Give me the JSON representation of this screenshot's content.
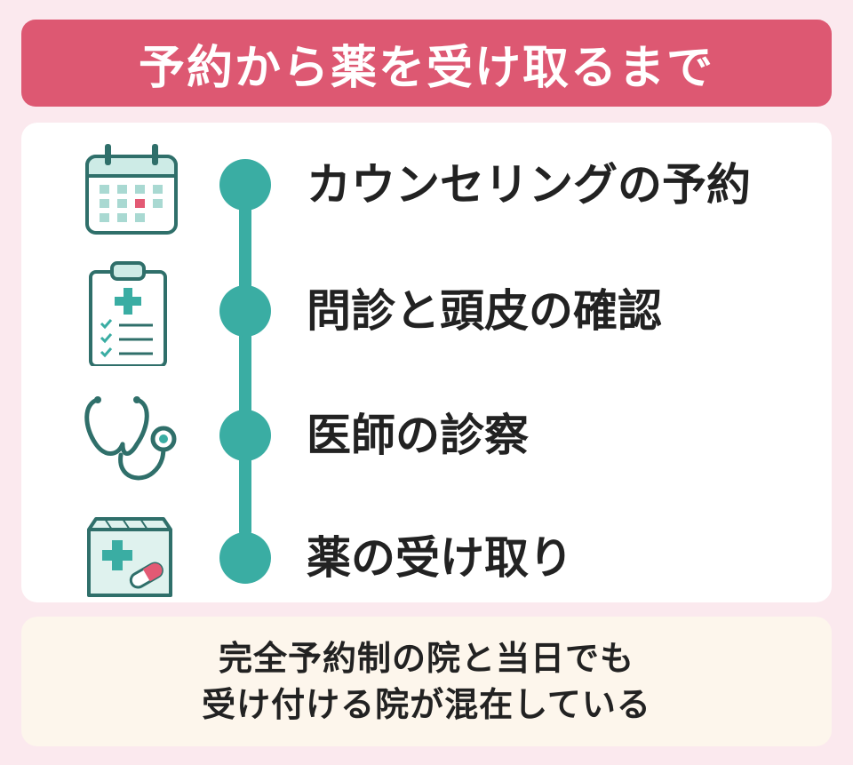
{
  "title": "予約から薬を受け取るまで",
  "steps": [
    {
      "label": "カウンセリングの予約",
      "icon": "calendar-icon"
    },
    {
      "label": "問診と頭皮の確認",
      "icon": "clipboard-icon"
    },
    {
      "label": "医師の診察",
      "icon": "stethoscope-icon"
    },
    {
      "label": "薬の受け取り",
      "icon": "medicine-bag-icon"
    }
  ],
  "note": {
    "line1": "完全予約制の院と当日でも",
    "line2": "受け付ける院が混在している"
  },
  "colors": {
    "accent": "#dd5872",
    "teal": "#3aada3",
    "background": "#fbe9ee",
    "note_background": "#fdf6ec"
  }
}
